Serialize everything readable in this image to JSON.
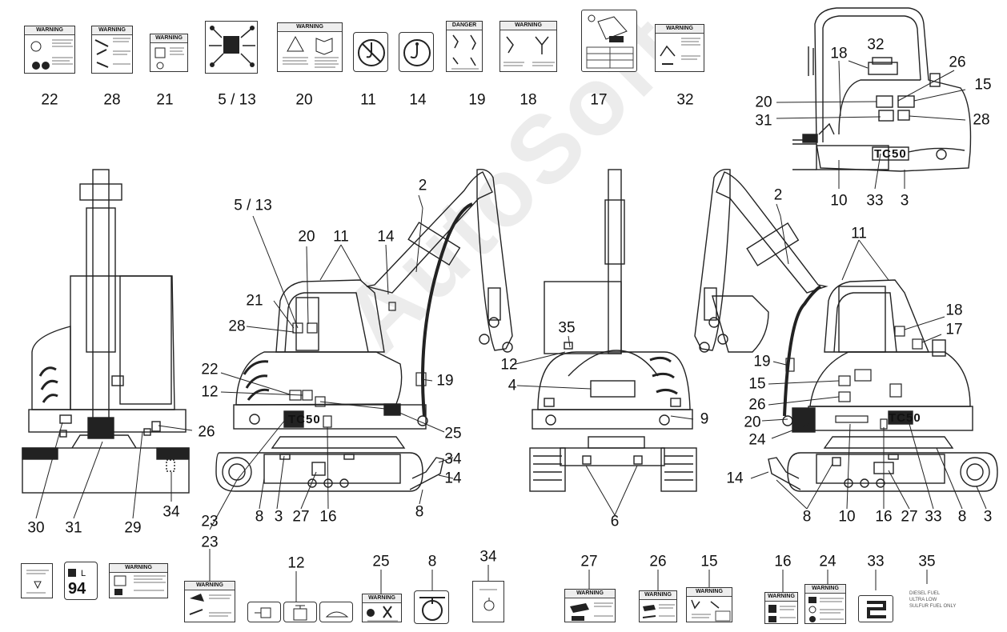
{
  "callouts": {
    "top_row": [
      "22",
      "28",
      "21",
      "5 / 13",
      "20",
      "11",
      "14",
      "19",
      "18",
      "17",
      "32"
    ],
    "decal_headings": {
      "warning": "WARNING",
      "danger": "DANGER"
    },
    "cab_detail": [
      "32",
      "18",
      "26",
      "15",
      "20",
      "31",
      "28",
      "10",
      "33",
      "3"
    ],
    "front_view": [
      "30",
      "31",
      "29",
      "34",
      "26"
    ],
    "left_side": [
      "2",
      "5 / 13",
      "20",
      "11",
      "14",
      "21",
      "28",
      "22",
      "12",
      "19",
      "25",
      "23",
      "8",
      "3",
      "27",
      "16",
      "34",
      "14",
      "8"
    ],
    "rear_view": [
      "35",
      "12",
      "4",
      "9",
      "6"
    ],
    "right_side": [
      "2",
      "11",
      "18",
      "17",
      "19",
      "15",
      "26",
      "20",
      "24",
      "14",
      "8",
      "10",
      "16",
      "27",
      "33",
      "8",
      "3"
    ],
    "bottom_row": [
      "23",
      "12",
      "25",
      "8",
      "34",
      "27",
      "26",
      "15",
      "16",
      "24",
      "33",
      "35"
    ]
  },
  "machine_badge": "TC50",
  "noise_label": "94",
  "noise_unit": "L",
  "watermark": "AutoSoft",
  "label_35_text": "DIESEL FUEL\nULTRA LOW\nSULFUR FUEL ONLY"
}
